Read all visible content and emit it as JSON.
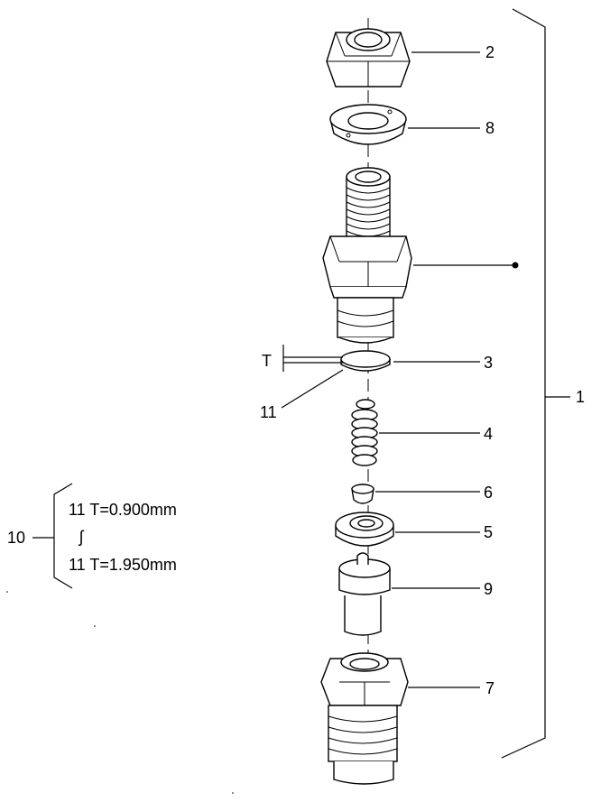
{
  "callouts": {
    "c1": "1",
    "c2": "2",
    "c3": "3",
    "c4": "4",
    "c5": "5",
    "c6": "6",
    "c7": "7",
    "c8": "8",
    "c9": "9",
    "c10": "10",
    "c11": "11",
    "cT": "T"
  },
  "shim_note": {
    "min": "11 T=0.900mm",
    "range_glyph": "ʃ",
    "max": "11 T=1.950mm"
  }
}
